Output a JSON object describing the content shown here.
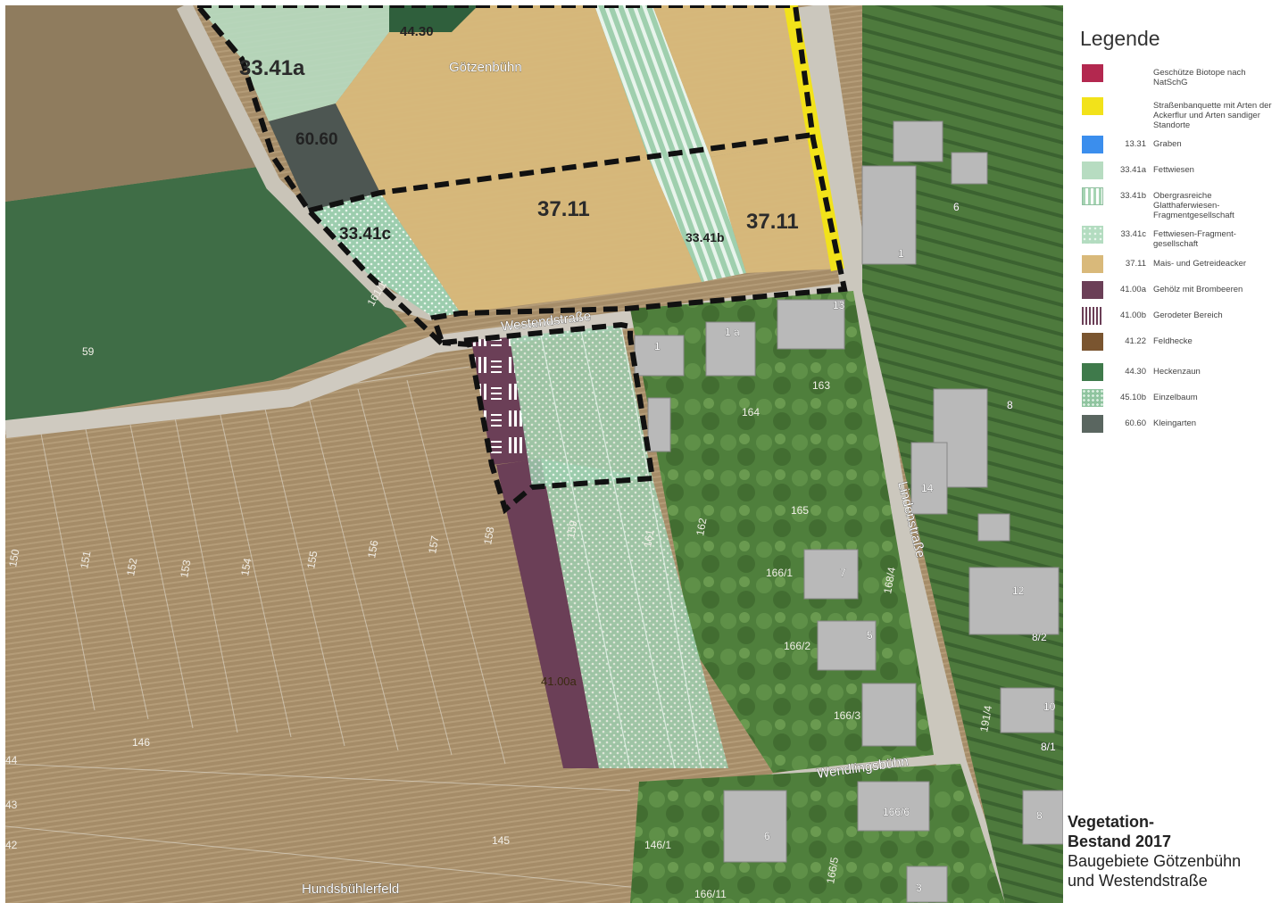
{
  "legend": {
    "title": "Legende",
    "items": [
      {
        "code": "",
        "label": "Geschütze Biotope nach NatSchG",
        "color": "#b3284f"
      },
      {
        "code": "",
        "label": "Straßenbanquette mit Arten der Ackerflur und Arten sandiger Standorte",
        "color": "#f2e21a"
      },
      {
        "code": "13.31",
        "label": "Graben",
        "color": "#3b8eed"
      },
      {
        "code": "33.41a",
        "label": "Fettwiesen",
        "color": "#b7dcc1"
      },
      {
        "code": "33.41b",
        "label": "Obergrasreiche Glatthaferwiesen-Fragmentgesellschaft",
        "color": "#a6d4b3"
      },
      {
        "code": "33.41c",
        "label": "Fettwiesen-Fragment-gesellschaft",
        "color": "#b3dcc0"
      },
      {
        "code": "37.11",
        "label": "Mais- und Getreideacker",
        "color": "#d9b97a"
      },
      {
        "code": "41.00a",
        "label": "Gehölz mit Brombeeren",
        "color": "#6b3f57"
      },
      {
        "code": "41.00b",
        "label": "Gerodeter Bereich",
        "color": "#6b3f57"
      },
      {
        "code": "41.22",
        "label": "Feldhecke",
        "color": "#7a5530"
      },
      {
        "code": "44.30",
        "label": "Heckenzaun",
        "color": "#3f7a4b"
      },
      {
        "code": "45.10b",
        "label": "Einzelbaum",
        "color": "#8fc49f"
      },
      {
        "code": "60.60",
        "label": "Kleingarten",
        "color": "#5a6660"
      }
    ]
  },
  "map": {
    "area_labels": [
      "33.41a",
      "44.30",
      "60.60",
      "37.11",
      "37.11",
      "33.41c",
      "33.41b",
      "41.00a"
    ],
    "place_labels": [
      "Götzenbühn",
      "Hundsbühlerfeld"
    ],
    "streets": [
      "Westendstraße",
      "Lindenstraße",
      "Wendlingsbühn"
    ],
    "house_numbers": [
      "1",
      "1 a",
      "13",
      "1",
      "6",
      "8",
      "14",
      "12",
      "7",
      "5",
      "8/2",
      "10",
      "8/1",
      "6",
      "3",
      "8",
      "166/6"
    ],
    "parcel_numbers": [
      "163",
      "164",
      "165",
      "162",
      "166/1",
      "166/2",
      "166/3",
      "146",
      "145",
      "146/1",
      "166/5",
      "166/11",
      "150",
      "151",
      "152",
      "153",
      "154",
      "155",
      "156",
      "157",
      "158",
      "159",
      "161",
      "161/1",
      "59",
      "43",
      "44",
      "42",
      "191/4",
      "168/4"
    ]
  },
  "caption": {
    "bold_line1": "Vegetation-",
    "bold_line2": "Bestand 2017",
    "line3": "Baugebiete Götzenbühn",
    "line4": "und Westendstraße"
  }
}
